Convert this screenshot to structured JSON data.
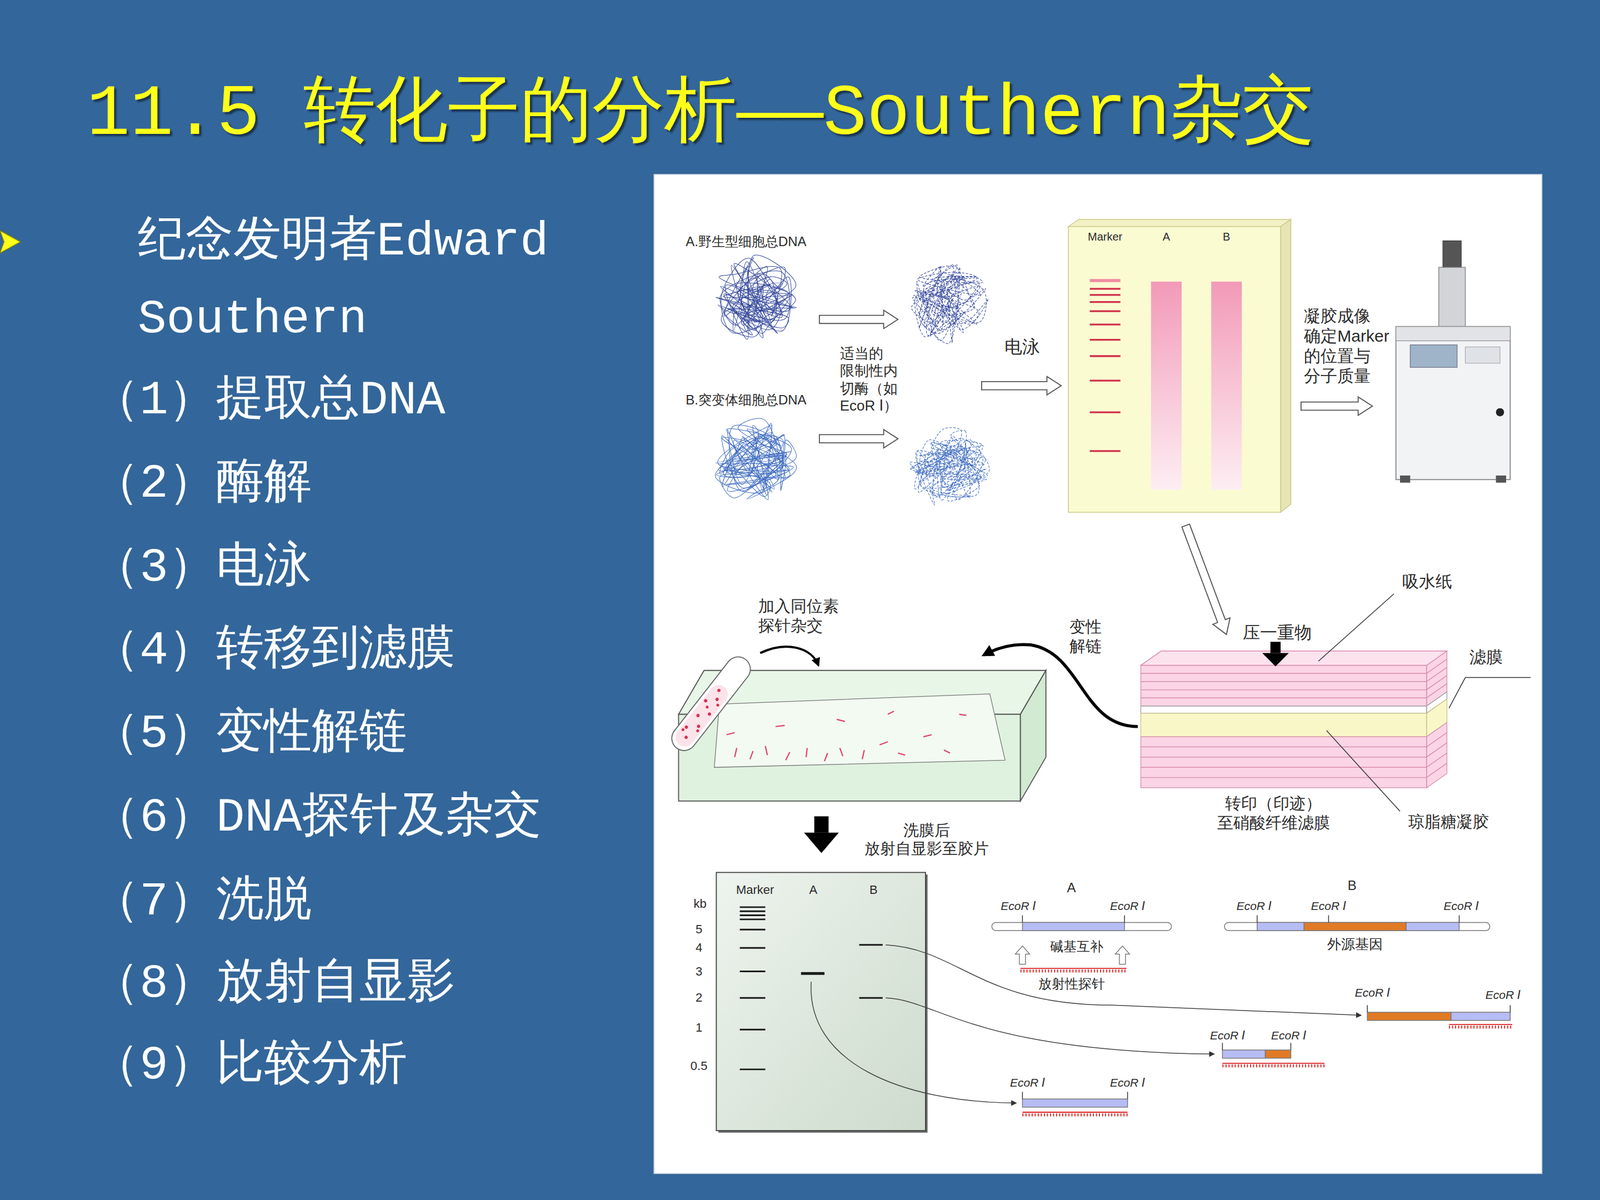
{
  "diagram": {
    "title": "11.5 转化子的分析——Southern杂交",
    "nodes": [
      {
        "text": [
          "Marker",
          "A",
          "B"
        ]
      },
      {
        "text": [
          "Marker",
          "A",
          "B"
        ]
      }
    ],
    "labels": [
      "纪念发明者Edward Southern",
      "（1）提取总DNA",
      "（2）酶解",
      "（3）电泳",
      "（4）转移到滤膜",
      "（5）变性解链",
      "（6）DNA探针及杂交",
      "（7）洗脱",
      "（8）放射自显影",
      "（9）比较分析",
      "A.野生型细胞总DNA",
      "适当的 限制性内 切酶（如 EcoR Ⅰ）",
      "B.突变体细胞总DNA",
      "电泳",
      "凝胶成像 确定Marker 的位置与 分子质量",
      "吸水纸",
      "加入同位素 探针杂交",
      "变性 解链",
      "压一重物",
      "滤膜",
      "转印（印迹） 至硝酸纤维滤膜",
      "琼脂糖凝胶",
      "洗膜后 放射自显影至胶片",
      "kb",
      "5",
      "4",
      "3",
      "2",
      "1",
      "0.5",
      "A",
      "EcoR Ⅰ",
      "EcoR Ⅰ",
      "碱基互补",
      "放射性探针",
      "B",
      "EcoR Ⅰ",
      "EcoR Ⅰ",
      "EcoR Ⅰ",
      "外源基因",
      "EcoR Ⅰ",
      "EcoR Ⅰ",
      "EcoR Ⅰ",
      "EcoR Ⅰ",
      "EcoR Ⅰ",
      "EcoR Ⅰ"
    ]
  }
}
